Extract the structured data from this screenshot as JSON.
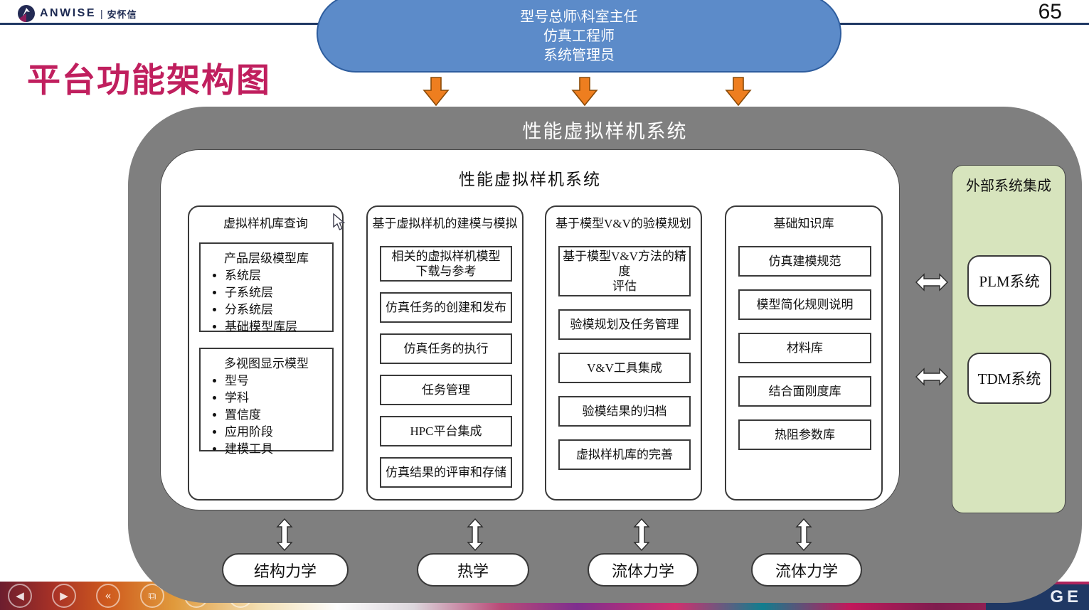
{
  "page": {
    "number": "65"
  },
  "logo": {
    "brand": "ANWISE",
    "separator": "|",
    "cn": "安怀信"
  },
  "slide_title": "平台功能架构图",
  "roles_pill": {
    "lines": [
      "型号总师\\科室主任",
      "仿真工程师",
      "系统管理员"
    ]
  },
  "outer_system": {
    "title": "性能虚拟样机系统"
  },
  "inner_system": {
    "title": "性能虚拟样机系统"
  },
  "columns": [
    {
      "title": "虚拟样机库查询",
      "groups": [
        {
          "heading": "产品层级模型库",
          "bullets": [
            "系统层",
            "子系统层",
            "分系统层",
            "基础模型库层"
          ]
        },
        {
          "heading": "多视图显示模型",
          "bullets": [
            "型号",
            "学科",
            "置信度",
            "应用阶段",
            "建模工具"
          ]
        }
      ]
    },
    {
      "title": "基于虚拟样机的建模与模拟",
      "boxes": [
        {
          "lines": [
            "相关的虚拟样机模型",
            "下载与参考"
          ]
        },
        {
          "lines": [
            "仿真任务的创建和发布"
          ]
        },
        {
          "lines": [
            "仿真任务的执行"
          ]
        },
        {
          "lines": [
            "任务管理"
          ]
        },
        {
          "lines": [
            "HPC平台集成"
          ]
        },
        {
          "lines": [
            "仿真结果的评审和存储"
          ]
        }
      ]
    },
    {
      "title": "基于模型V&V的验模规划",
      "boxes": [
        {
          "lines": [
            "基于模型V&V方法的精度",
            "评估"
          ]
        },
        {
          "lines": [
            "验模规划及任务管理"
          ]
        },
        {
          "lines": [
            "V&V工具集成"
          ]
        },
        {
          "lines": [
            "验模结果的归档"
          ]
        },
        {
          "lines": [
            "虚拟样机库的完善"
          ]
        }
      ]
    },
    {
      "title": "基础知识库",
      "boxes": [
        {
          "lines": [
            "仿真建模规范"
          ]
        },
        {
          "lines": [
            "模型简化规则说明"
          ]
        },
        {
          "lines": [
            "材料库"
          ]
        },
        {
          "lines": [
            "结合面刚度库"
          ]
        },
        {
          "lines": [
            "热阻参数库"
          ]
        }
      ]
    }
  ],
  "external": {
    "title": "外部系统集成",
    "systems": [
      "PLM系统",
      "TDM系统"
    ]
  },
  "disciplines": [
    "结构力学",
    "热学",
    "流体力学",
    "流体力学"
  ],
  "footer": {
    "partial_text": "GE",
    "controls": [
      {
        "icon": "prev-icon",
        "glyph": "◀"
      },
      {
        "icon": "next-icon",
        "glyph": "▶"
      },
      {
        "icon": "rewind-icon",
        "glyph": "«"
      },
      {
        "icon": "copy-icon",
        "glyph": "⧉"
      },
      {
        "icon": "search-icon",
        "glyph": "⌕"
      },
      {
        "icon": "more-icon",
        "glyph": "…"
      }
    ]
  },
  "colors": {
    "accent_title": "#C01F5E",
    "pill_blue": "#5C8BC9",
    "container_gray": "#7F7F7F",
    "external_green": "#D7E4BD",
    "header_navy": "#1F3864",
    "arrow_orange": "#EE7E1F"
  }
}
